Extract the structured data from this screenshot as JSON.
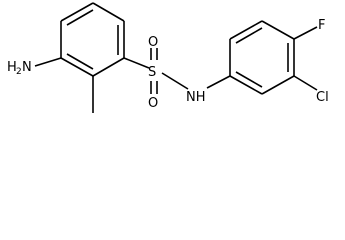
{
  "molecule": {
    "atoms": {
      "amine_n": "H",
      "amine_h2_sub": "2",
      "amine_suffix": "N",
      "sulfur": "S",
      "oxygen_top": "O",
      "oxygen_bottom": "O",
      "amide": "NH",
      "chlorine": "Cl",
      "fluorine": "F"
    }
  },
  "colors": {
    "bond": "#000000",
    "label": "#000000",
    "background": "#ffffff"
  }
}
